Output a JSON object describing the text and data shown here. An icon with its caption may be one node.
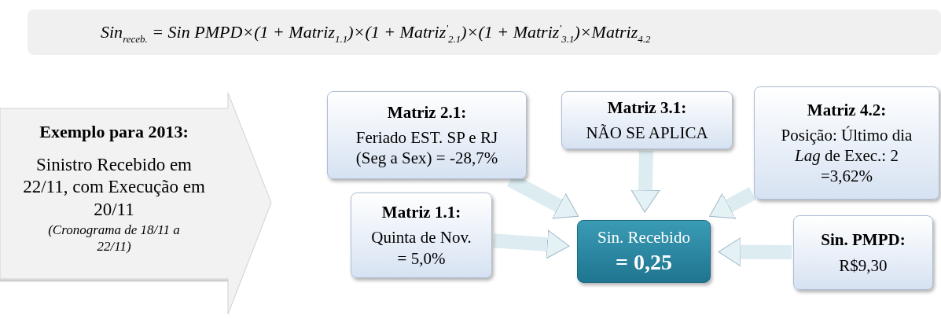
{
  "diagram": {
    "nodes": [
      {
        "text": [
          "Exemplo para 2013:",
          "Sinistro Recebido em 22/11, com Execução em 20/11",
          "(Cronograma de 18/11 a 22/11)"
        ]
      },
      {
        "text": [
          "Matriz 2.1:",
          "Feriado EST. SP e RJ (Seg a Sex) = -28,7%"
        ]
      },
      {
        "text": [
          "Matriz 3.1:",
          "NÃO SE APLICA"
        ]
      },
      {
        "text": [
          "Matriz 4.2:",
          "Posição: Último dia *Lag* de Exec.: 2 =3,62%"
        ]
      },
      {
        "text": [
          "Matriz 1.1:",
          "Quinta de Nov. = 5,0%"
        ]
      },
      {
        "text": [
          "Sin. Recebido",
          "= 0,25"
        ]
      },
      {
        "text": [
          "Sin. PMPD:",
          "R$9,30"
        ]
      }
    ],
    "edges": [
      {
        "from": 1,
        "to": 5,
        "arrow": "to"
      },
      {
        "from": 2,
        "to": 5,
        "arrow": "to"
      },
      {
        "from": 3,
        "to": 5,
        "arrow": "to"
      },
      {
        "from": 4,
        "to": 5,
        "arrow": "to"
      },
      {
        "from": 6,
        "to": 5,
        "arrow": "to"
      }
    ],
    "labels": [
      "Sin$_{receb.}$ = Sin PMPD×(1 + Matriz$_{1.1}$)×(1 + Matriz$^{'}$$_{2.1}$)×(1 + Matriz$^{'}$$_{3.1}$)×Matriz$_{4.2}$"
    ]
  }
}
